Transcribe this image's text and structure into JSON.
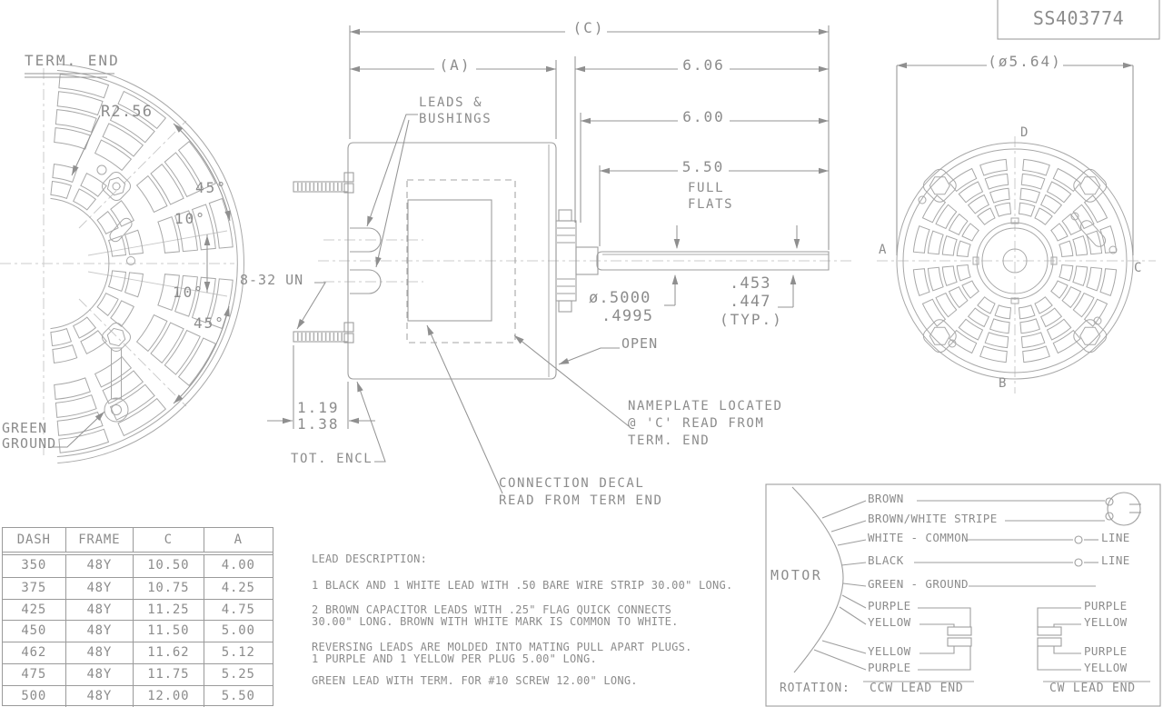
{
  "colors": {
    "line": "#9e9e9e",
    "text": "#8c8c8c",
    "background": "#ffffff",
    "border_strip": "#454545"
  },
  "title_block": {
    "part_number": "SS403774"
  },
  "term_end_view": {
    "title": "TERM. END",
    "radius": "R2.56",
    "angle_upper_45": "45°",
    "angle_upper_10": "10°",
    "angle_lower_10": "10°",
    "angle_lower_45": "45°",
    "ground_line1": "GREEN",
    "ground_line2": "GROUND"
  },
  "side_view": {
    "leads_label_line1": "LEADS &",
    "leads_label_line2": "BUSHINGS",
    "dim_c": "(C)",
    "dim_a": "(A)",
    "dim_hub_to_end": "6.06",
    "dim_face_to_end": "6.00",
    "dim_flats": "5.50",
    "flats_note_line1": "FULL",
    "flats_note_line2": "FLATS",
    "stud_thread": "8-32 UN",
    "shaft_dia_upper": "ø.5000",
    "shaft_dia_lower": ".4995",
    "flat_upper": ".453",
    "flat_lower": ".447",
    "flat_typ": "(TYP.)",
    "open_label": "OPEN",
    "stud_min": "1.19",
    "stud_max": "1.38",
    "tot_encl": "TOT. ENCL",
    "nameplate_note_line1": "NAMEPLATE LOCATED",
    "nameplate_note_line2": "@ 'C' READ FROM",
    "nameplate_note_line3": "TERM. END",
    "decal_note_line1": "CONNECTION DECAL",
    "decal_note_line2": "READ FROM TERM END"
  },
  "shaft_end_view": {
    "dim_dia": "(ø5.64)",
    "label_a": "A",
    "label_b": "B",
    "label_c": "C",
    "label_d": "D"
  },
  "dimension_table": {
    "headers": [
      "DASH",
      "FRAME",
      "C",
      "A"
    ],
    "rows": [
      [
        "350",
        "48Y",
        "10.50",
        "4.00"
      ],
      [
        "375",
        "48Y",
        "10.75",
        "4.25"
      ],
      [
        "425",
        "48Y",
        "11.25",
        "4.75"
      ],
      [
        "450",
        "48Y",
        "11.50",
        "5.00"
      ],
      [
        "462",
        "48Y",
        "11.62",
        "5.12"
      ],
      [
        "475",
        "48Y",
        "11.75",
        "5.25"
      ],
      [
        "500",
        "48Y",
        "12.00",
        "5.50"
      ]
    ]
  },
  "lead_description": {
    "title": "LEAD DESCRIPTION:",
    "paragraphs": [
      [
        "1 BLACK AND 1 WHITE LEAD WITH .50 BARE WIRE STRIP 30.00\" LONG."
      ],
      [
        "2 BROWN CAPACITOR LEADS WITH .25\" FLAG QUICK CONNECTS",
        "30.00\" LONG. BROWN WITH WHITE MARK IS COMMON TO WHITE."
      ],
      [
        "REVERSING LEADS ARE MOLDED INTO MATING PULL APART PLUGS.",
        "1 PURPLE AND 1 YELLOW PER PLUG 5.00\" LONG."
      ],
      [
        "GREEN LEAD WITH TERM. FOR #10 SCREW 12.00\" LONG."
      ]
    ]
  },
  "wiring": {
    "motor": "MOTOR",
    "brown": "BROWN",
    "brown_white": "BROWN/WHITE STRIPE",
    "white_common": "WHITE - COMMON",
    "black": "BLACK",
    "green_ground": "GREEN - GROUND",
    "line_top": "LINE",
    "line_bottom": "LINE",
    "ccw_purple_top": "PURPLE",
    "ccw_yellow_top": "YELLOW",
    "ccw_yellow_bottom": "YELLOW",
    "ccw_purple_bottom": "PURPLE",
    "cw_purple_top": "PURPLE",
    "cw_yellow_top": "YELLOW",
    "cw_purple_bottom": "PURPLE",
    "cw_yellow_bottom": "YELLOW",
    "rotation_label": "ROTATION:",
    "ccw_title": "CCW LEAD END",
    "cw_title": "CW LEAD END"
  }
}
